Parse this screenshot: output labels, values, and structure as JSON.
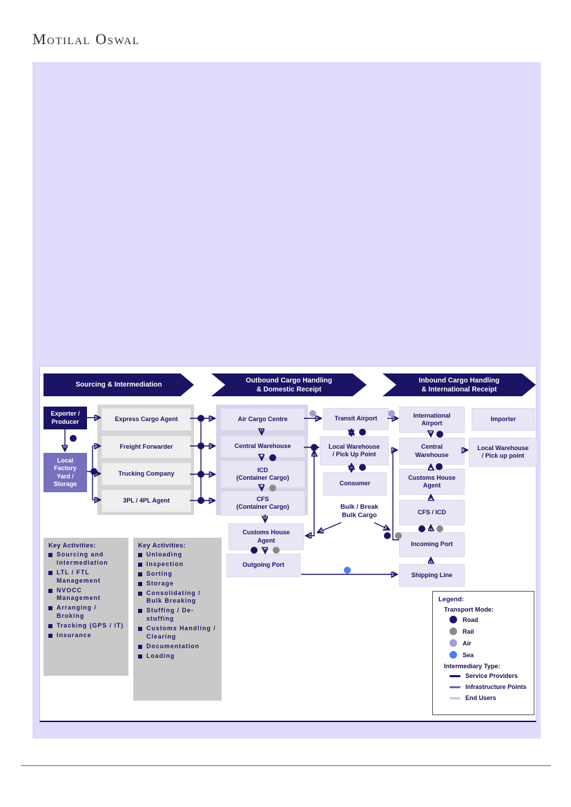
{
  "brand": "Motilal Oswal",
  "banners": [
    {
      "line1": "Sourcing & Intermediation",
      "line2": ""
    },
    {
      "line1": "Outbound Cargo Handling",
      "line2": "& Domestic Receipt"
    },
    {
      "line1": "Inbound Cargo Handling",
      "line2": "& International Receipt"
    }
  ],
  "nodes": {
    "exporter": {
      "lines": [
        "Exporter /",
        "Producer"
      ]
    },
    "local_factory": {
      "lines": [
        "Local",
        "Factory",
        "Yard /",
        "Storage"
      ]
    },
    "express_cargo": {
      "lines": [
        "Express Cargo Agent"
      ]
    },
    "freight_forwarder": {
      "lines": [
        "Freight Forwarder"
      ]
    },
    "trucking_company": {
      "lines": [
        "Trucking Company"
      ]
    },
    "pl_agent": {
      "lines": [
        "3PL / 4PL Agent"
      ]
    },
    "air_cargo_centre": {
      "lines": [
        "Air Cargo Centre"
      ]
    },
    "central_warehouse_outbound": {
      "lines": [
        "Central Warehouse"
      ]
    },
    "icd": {
      "lines": [
        "ICD",
        "(Container Cargo)"
      ]
    },
    "cfs": {
      "lines": [
        "CFS",
        "(Container Cargo)"
      ]
    },
    "customs_house_agent_outbound": {
      "lines": [
        "Customs House",
        "Agent"
      ]
    },
    "outgoing_port": {
      "lines": [
        "Outgoing Port"
      ]
    },
    "transit_airport": {
      "lines": [
        "Transit Airport"
      ]
    },
    "local_warehouse_domestic": {
      "lines": [
        "Local Warehouse",
        "/ Pick Up Point"
      ]
    },
    "consumer": {
      "lines": [
        "Consumer"
      ]
    },
    "bulk_label": {
      "lines": [
        "Bulk / Break",
        "Bulk Cargo"
      ]
    },
    "international_airport": {
      "lines": [
        "International",
        "Airport"
      ]
    },
    "central_warehouse_inbound": {
      "lines": [
        "Central",
        "Warehouse"
      ]
    },
    "customs_house_agent_inbound": {
      "lines": [
        "Customs House",
        "Agent"
      ]
    },
    "cfs_icd": {
      "lines": [
        "CFS / ICD"
      ]
    },
    "incoming_port": {
      "lines": [
        "Incoming Port"
      ]
    },
    "shipping_line": {
      "lines": [
        "Shipping Line"
      ]
    },
    "importer": {
      "lines": [
        "Importer"
      ]
    },
    "local_warehouse_international": {
      "lines": [
        "Local Warehouse",
        "/ Pick up point"
      ]
    }
  },
  "key_activities_sourcing": {
    "title": "Key Activities:",
    "items": [
      "Sourcing and Intermediation",
      "LTL / FTL Management",
      "NVOCC Management",
      "Arranging / Broking",
      "Tracking (GPS / IT)",
      "Insurance"
    ]
  },
  "key_activities_cargo": {
    "title": "Key Activities:",
    "items": [
      "Unloading",
      "Inspection",
      "Sorting",
      "Storage",
      "Consolidating / Bulk Breaking",
      "Stuffing / De- stuffing",
      "Customs Handling / Clearing",
      "Documentation",
      "Loading"
    ]
  },
  "legend": {
    "title": "Legend:",
    "transport_title": "Transport Mode:",
    "transport": [
      {
        "label": "Road",
        "color": "#1b1464"
      },
      {
        "label": "Rail",
        "color": "#8a8a8a"
      },
      {
        "label": "Air",
        "color": "#a49fd4"
      },
      {
        "label": "Sea",
        "color": "#4b7bf5"
      }
    ],
    "intermediary_title": "Intermediary Type:",
    "intermediary": [
      {
        "label": "Service Providers",
        "color": "#1b1464"
      },
      {
        "label": "Infrastructure Points",
        "color": "#6f68b8"
      },
      {
        "label": "End Users",
        "color": "#c9c5e8"
      }
    ]
  },
  "colors": {
    "navy": "#1b1464",
    "infrastructure_purple": "#7770bd",
    "panel_lavender": "#dedcfa",
    "node_lavender": "#e8e6f4",
    "container_gray": "#d5d5d5",
    "key_activities_gray": "#c9c9c9"
  }
}
